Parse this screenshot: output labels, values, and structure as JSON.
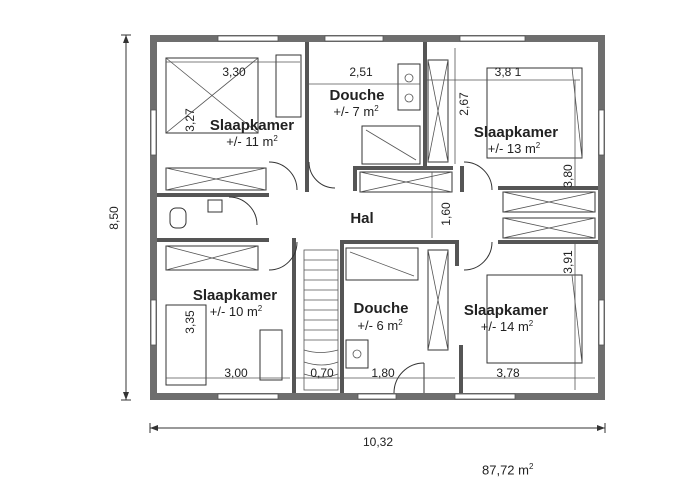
{
  "rooms": {
    "bed_nw": {
      "name": "Slaapkamer",
      "area": "+/- 11 m"
    },
    "shower_n": {
      "name": "Douche",
      "area": "+/- 7 m"
    },
    "bed_ne": {
      "name": "Slaapkamer",
      "area": "+/- 13 m"
    },
    "hall": {
      "name": "Hal"
    },
    "bed_sw": {
      "name": "Slaapkamer",
      "area": "+/- 10 m"
    },
    "shower_s": {
      "name": "Douche",
      "area": "+/- 6 m"
    },
    "bed_se": {
      "name": "Slaapkamer",
      "area": "+/- 14 m"
    }
  },
  "area_unit_exp": "2",
  "dimensions": {
    "nw_width": "3,30",
    "nw_height": "3,27",
    "shower_n_width": "2,51",
    "shower_n_height": "2,67",
    "ne_width": "3,8 1",
    "ne_height": "3,80",
    "hall_height": "1,60",
    "se_height": "3,91",
    "sw_height": "3,35",
    "sw_width": "3,00",
    "stair_width": "0,70",
    "shower_s_width": "1,80",
    "se_width": "3,78"
  },
  "overall": {
    "height": "8,50",
    "width": "10,32"
  },
  "total_area": "87,72 m"
}
